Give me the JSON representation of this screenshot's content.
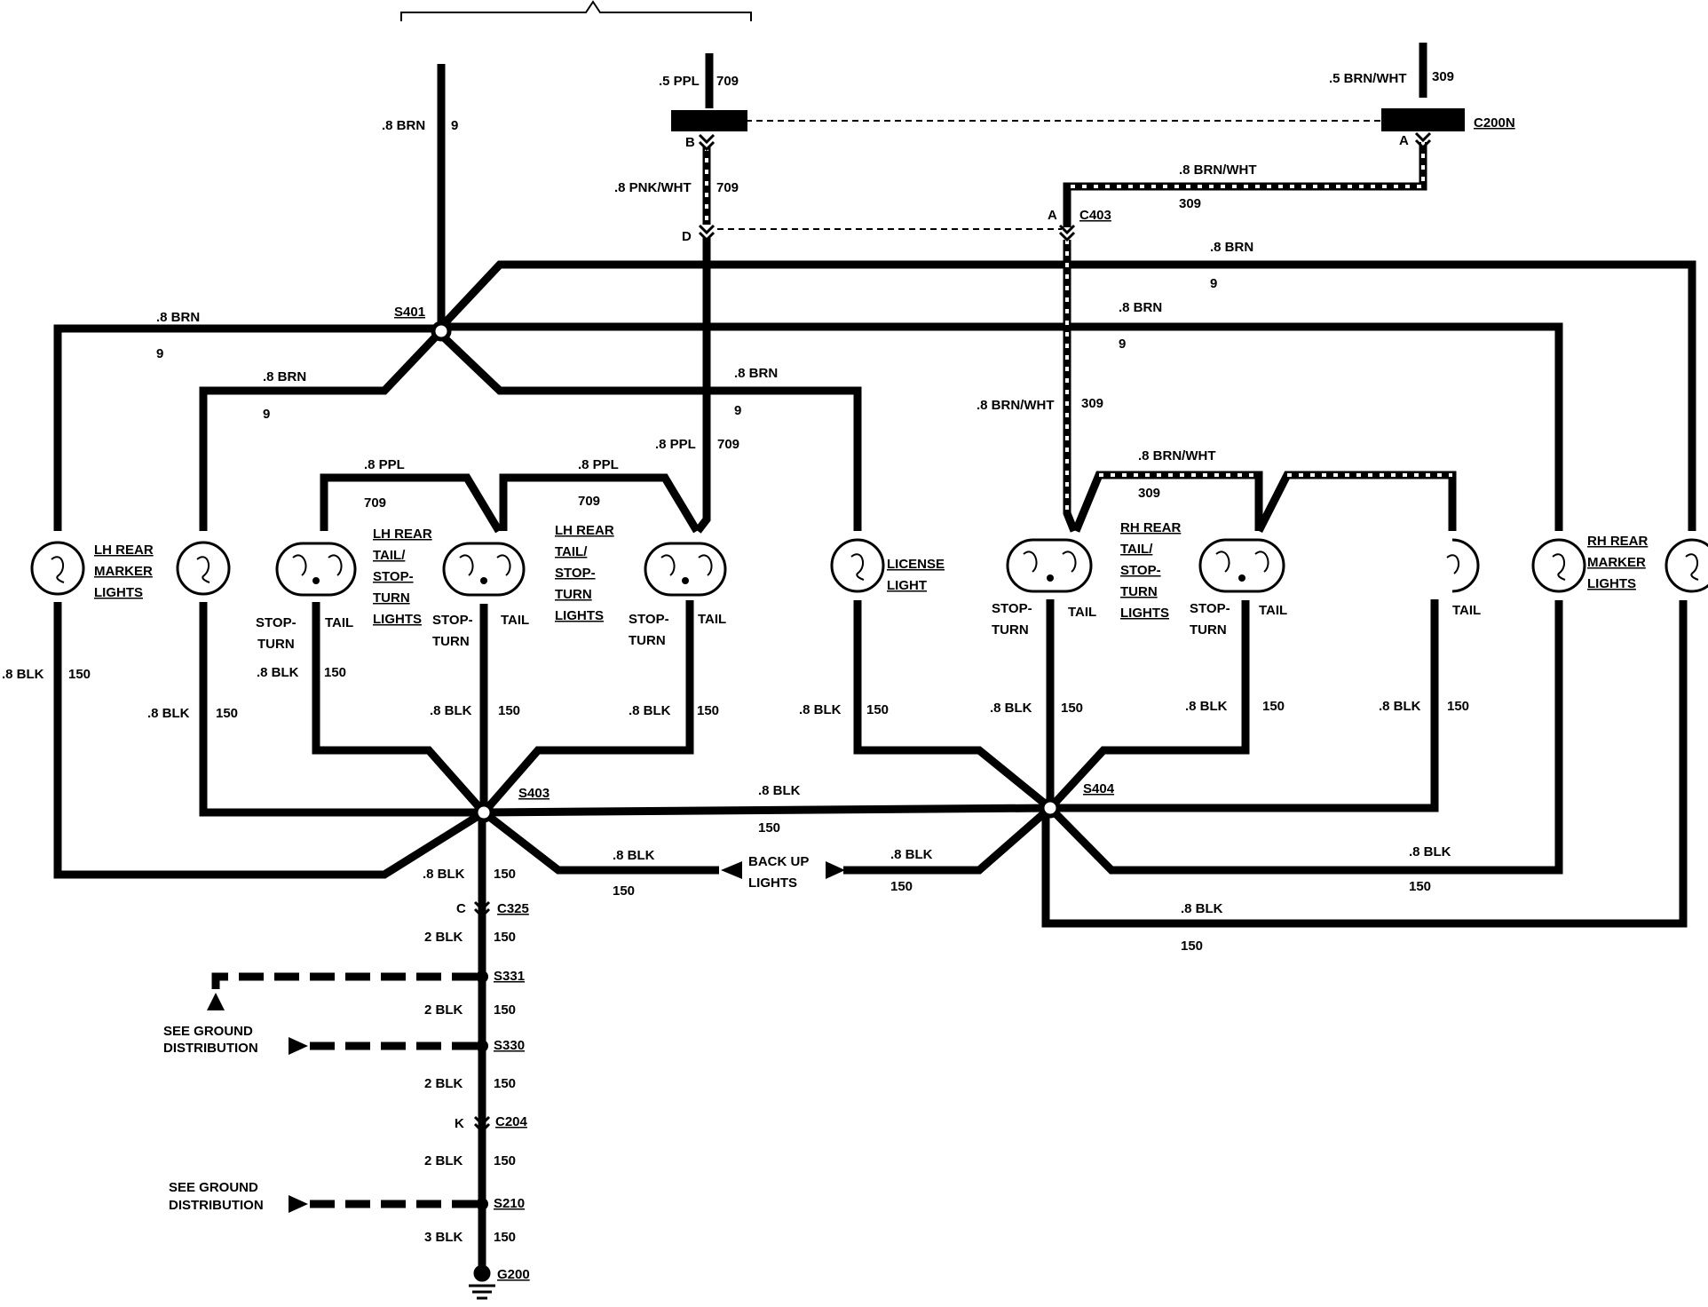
{
  "wires": {
    "brn_8": ".8 BRN",
    "ppl_8": ".8 PPL",
    "ppl_5": ".5 PPL",
    "pnk_wht_8": ".8 PNK/WHT",
    "brn_wht_5": ".5 BRN/WHT",
    "brn_wht_8": ".8 BRN/WHT",
    "blk_8": ".8 BLK",
    "blk_2": "2 BLK",
    "blk_3": "3 BLK",
    "circuit_9": "9",
    "circuit_709": "709",
    "circuit_309": "309",
    "circuit_150": "150"
  },
  "connectors": {
    "c200n": "C200N",
    "c403": "C403",
    "c325": "C325",
    "c204": "C204",
    "pin_b": "B",
    "pin_a": "A",
    "pin_d": "D",
    "pin_c": "C",
    "pin_k": "K"
  },
  "splices": {
    "s401": "S401",
    "s403": "S403",
    "s404": "S404",
    "s331": "S331",
    "s330": "S330",
    "s210": "S210",
    "g200": "G200"
  },
  "components": {
    "lh_marker": [
      "LH REAR",
      "MARKER",
      "LIGHTS"
    ],
    "lh_tail": [
      "LH REAR",
      "TAIL/",
      "STOP-",
      "TURN",
      "LIGHTS"
    ],
    "rh_tail": [
      "RH REAR",
      "TAIL/",
      "STOP-",
      "TURN",
      "LIGHTS"
    ],
    "rh_marker": [
      "RH REAR",
      "MARKER",
      "LIGHTS"
    ],
    "license": [
      "LICENSE",
      "LIGHT"
    ],
    "backup": [
      "BACK UP",
      "LIGHTS"
    ],
    "stop_turn": [
      "STOP-",
      "TURN"
    ],
    "tail": "TAIL",
    "ground_note": [
      "SEE GROUND",
      "DISTRIBUTION"
    ]
  }
}
